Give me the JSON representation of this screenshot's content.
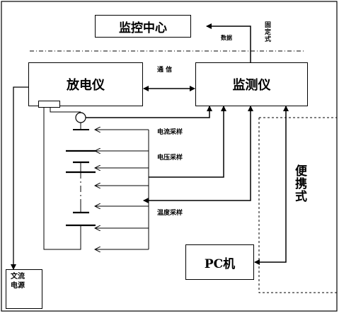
{
  "boxes": {
    "monitor_center": "监控中心",
    "discharger": "放电仪",
    "monitor": "监测仪",
    "pc": "PC机",
    "ac_power_line1": "文流",
    "ac_power_line2": "电源"
  },
  "labels": {
    "data": "数据",
    "fixed": "固定式",
    "comm": "通 信",
    "current_sampling": "电流采样",
    "voltage_sampling": "电压采样",
    "temperature_sampling": "温度采样",
    "portable": "便携式"
  }
}
